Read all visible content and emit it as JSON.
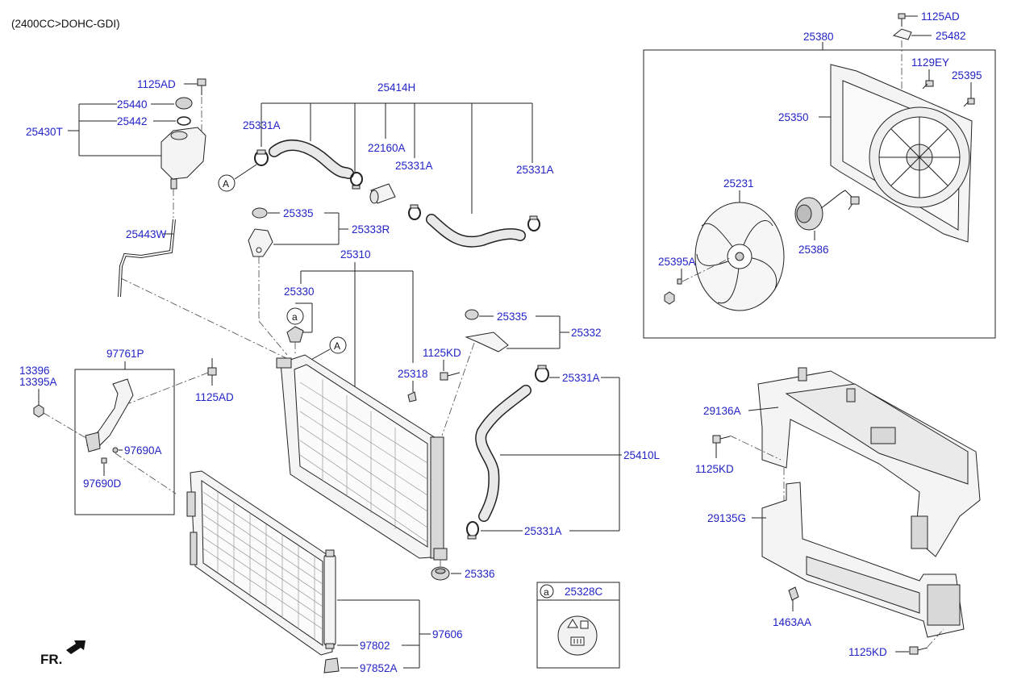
{
  "header": "(2400CC>DOHC-GDI)",
  "front_marker": "FR.",
  "circle_marks": {
    "a": "a",
    "A": "A"
  },
  "legend_box": {
    "marker": "a",
    "part": "25328C"
  },
  "labels": {
    "p1125AD_top": "1125AD",
    "p25482": "25482",
    "p25380": "25380",
    "p1129EY": "1129EY",
    "p25395": "25395",
    "p25350": "25350",
    "p25231": "25231",
    "p25386": "25386",
    "p25395A": "25395A",
    "p1125AD_res": "1125AD",
    "p25440": "25440",
    "p25442": "25442",
    "p25430T": "25430T",
    "p25443W": "25443W",
    "p25414H": "25414H",
    "p25331A_1": "25331A",
    "p22160A": "22160A",
    "p25331A_2": "25331A",
    "p25331A_3": "25331A",
    "p25335_1": "25335",
    "p25333R": "25333R",
    "p25310": "25310",
    "p25330": "25330",
    "p25335_2": "25335",
    "p25332": "25332",
    "p1125KD_1": "1125KD",
    "p25318": "25318",
    "p25331A_4": "25331A",
    "p25410L": "25410L",
    "p25331A_5": "25331A",
    "p25336": "25336",
    "p13396": "13396",
    "p13395A": "13395A",
    "p97761P": "97761P",
    "p1125AD_brk": "1125AD",
    "p97690A": "97690A",
    "p97690D": "97690D",
    "p97802": "97802",
    "p97606": "97606",
    "p97852A": "97852A",
    "p29136A": "29136A",
    "p1125KD_2": "1125KD",
    "p29135G": "29135G",
    "p1463AA": "1463AA",
    "p1125KD_3": "1125KD"
  }
}
